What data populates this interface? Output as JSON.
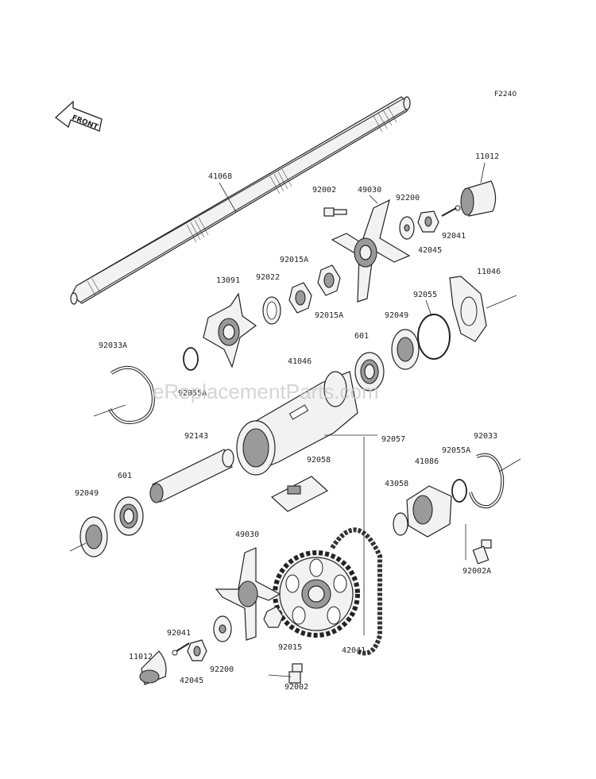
{
  "diagram_code": "F2240",
  "front_arrow_label": "FRONT",
  "watermark": "eReplacementParts.com",
  "part_labels": {
    "p41068": "41068",
    "p11012_top": "11012",
    "p92002_top": "92002",
    "p49030_top": "49030",
    "p92200_top": "92200",
    "p92041_top": "92041",
    "p42045_top": "42045",
    "p11046": "11046",
    "p13091": "13091",
    "p92022": "92022",
    "p92015A_top": "92015A",
    "p92015A_bot": "92015A",
    "p92055": "92055",
    "p92049_right": "92049",
    "p601_right": "601",
    "p92033A": "92033A",
    "p92055A_left": "92055A",
    "p41046": "41046",
    "p92143": "92143",
    "p92057": "92057",
    "p92058": "92058",
    "p92033": "92033",
    "p92055A_right": "92055A",
    "p41086": "41086",
    "p43058": "43058",
    "p601_left": "601",
    "p92049_left": "92049",
    "p92002A": "92002A",
    "p49030_bot": "49030",
    "p92041_bot": "92041",
    "p11012_bot": "11012",
    "p42045_bot": "42045",
    "p92200_bot": "92200",
    "p92015": "92015",
    "p92002_bot": "92002",
    "p42041": "42041"
  }
}
